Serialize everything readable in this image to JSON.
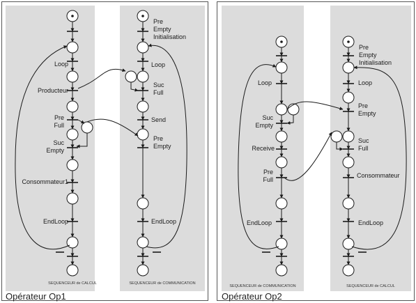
{
  "panels": [
    {
      "caption": "Opérateur Op1",
      "left_region": {
        "label": "SEQUENCEUR de CALCUL",
        "transitions": [
          "Loop",
          "Producteur",
          "Pre Full",
          "Suc Empty",
          "Consommateur1",
          "EndLoop"
        ]
      },
      "right_region": {
        "label": "SEQUENCEUR de COMMUNICATION",
        "transitions": [
          "Pre Empty Initialisation",
          "Loop",
          "Suc Full",
          "Send",
          "Pre Empty",
          "EndLoop"
        ]
      }
    },
    {
      "caption": "Opérateur Op2",
      "left_region": {
        "label": "SEQUENCEUR de COMMUNICATION",
        "transitions": [
          "Loop",
          "Suc Empty",
          "Receive",
          "Pre Full",
          "EndLoop"
        ]
      },
      "right_region": {
        "label": "SEQUENCEUR de CALCUL",
        "transitions": [
          "Pre Empty Initialisation",
          "Loop",
          "Pre Empty",
          "Suc Full",
          "Consommateur",
          "EndLoop"
        ]
      }
    }
  ],
  "colors": {
    "region_fill": "#dcdcdc",
    "stroke": "#1a1a1a",
    "frame": "#555555"
  }
}
